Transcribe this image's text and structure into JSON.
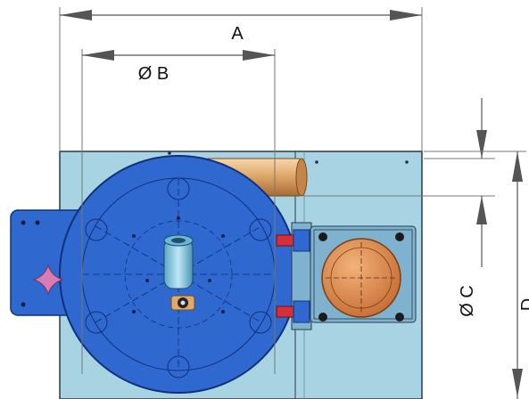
{
  "labels": {
    "dim_a": "A",
    "dim_b": "Ø B",
    "dim_c": "Ø C",
    "dim_d": "D"
  },
  "colors": {
    "base_plate": "#a7d3e3",
    "turntable": "#2f69cf",
    "turntable_edge": "#10307a",
    "cylinder": "#e0a96a",
    "motor": "#d98a4e",
    "handle": "#d87db4",
    "red_block": "#d62f3c",
    "dimension_line": "#777777"
  }
}
